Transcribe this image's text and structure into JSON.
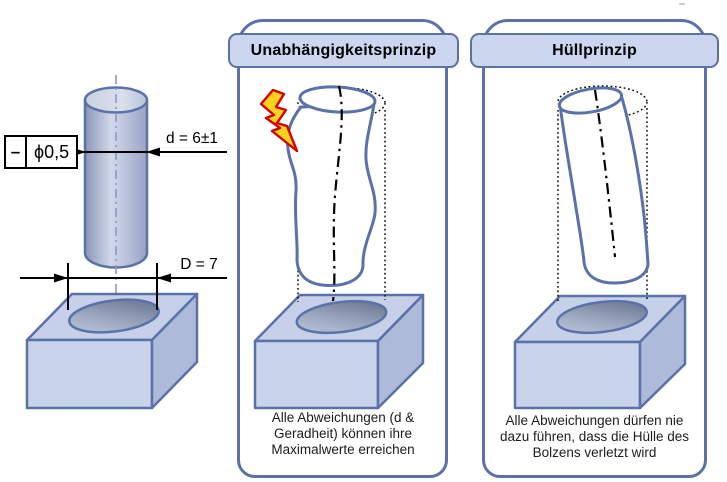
{
  "left_figure": {
    "fcf": {
      "straightness_symbol": "–",
      "tolerance": "ϕ0,5"
    },
    "diameter_label": "d = 6±1",
    "hole_label": "D = 7"
  },
  "panels": [
    {
      "id": "independence-principle",
      "title": "Unabhängigkeitsprinzip",
      "caption_lines": [
        "Alle Abweichungen (d &",
        "Geradheit) können ihre",
        "Maximalwerte erreichen"
      ]
    },
    {
      "id": "envelope-principle",
      "title": "Hüllprinzip",
      "caption_lines": [
        "Alle Abweichungen dürfen nie",
        "dazu führen, dass die Hülle des",
        "Bolzens verletzt wird"
      ]
    }
  ],
  "icons": {
    "lightning_bolt": "violation flash marker"
  },
  "colors": {
    "outline_blue": "#5b72a8",
    "header_fill": "#ccd6ee",
    "block_front": "#c9d3ec",
    "block_top": "#c6d0e9",
    "block_side": "#adbad9",
    "cylinder_light": "#d0d7e8",
    "cylinder_dark": "#8b96b9",
    "hole_dark": "#5f6c88",
    "hole_light": "#c2cbde",
    "bolt_fill": "#ffd21e",
    "bolt_stroke": "#d40000",
    "dimension_black": "#000000",
    "centerline_blue": "#8a9ac6"
  }
}
